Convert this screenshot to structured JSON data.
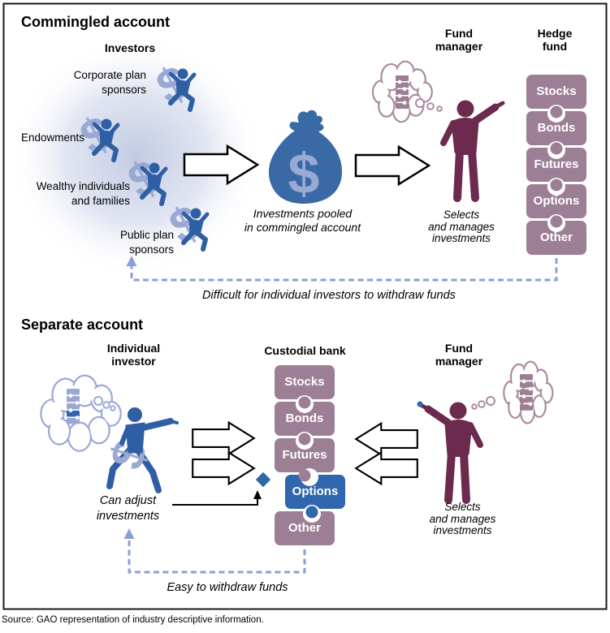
{
  "commingled": {
    "title": "Commingled account",
    "investors_heading": "Investors",
    "investors": [
      {
        "lines": [
          "Corporate plan",
          "sponsors"
        ]
      },
      {
        "lines": [
          "Endowments"
        ]
      },
      {
        "lines": [
          "Wealthy individuals",
          "and families"
        ]
      },
      {
        "lines": [
          "Public plan",
          "sponsors"
        ]
      }
    ],
    "pool_caption_lines": [
      "Investments pooled",
      "in commingled account"
    ],
    "fund_manager_lines": [
      "Fund",
      "manager"
    ],
    "manager_caption_lines": [
      "Selects",
      "and manages",
      "investments"
    ],
    "hedge_fund_lines": [
      "Hedge",
      "fund"
    ],
    "pieces": [
      "Stocks",
      "Bonds",
      "Futures",
      "Options",
      "Other"
    ],
    "withdraw_note": "Difficult for individual investors to withdraw funds"
  },
  "separate": {
    "title": "Separate account",
    "investor_lines": [
      "Individual",
      "investor"
    ],
    "bank_heading": "Custodial bank",
    "pieces": [
      "Stocks",
      "Bonds",
      "Futures",
      "Options",
      "Other"
    ],
    "adjust_caption_lines": [
      "Can adjust",
      "investments"
    ],
    "fund_manager_lines": [
      "Fund",
      "manager"
    ],
    "manager_caption_lines": [
      "Selects",
      "and manages",
      "investments"
    ],
    "withdraw_note": "Easy to withdraw funds"
  },
  "source_note": "Source: GAO representation of industry descriptive information.",
  "icons": {
    "dollar_glyph": "$",
    "investor_carrier": "person-carrying-dollar-icon",
    "money_bag": "money-bag-icon",
    "fund_manager": "pointing-person-icon",
    "thought_bubble": "thought-bubble-icon",
    "puzzle_stack": "puzzle-pieces-icon",
    "block_arrow": "block-arrow-icon",
    "dashed_return": "dashed-return-arrow-icon"
  },
  "colors": {
    "figure_blue": "#2e5fa4",
    "bag_blue": "#3a6aa6",
    "light_blue": "#9aa9d3",
    "mauve": "#9d7f95",
    "mauve_outline": "#ab8ba0",
    "maroon": "#6b2a4e",
    "accent_blue": "#2f66ad",
    "dashed_blue": "#8d9ed8",
    "glow": "#c3cbe3"
  }
}
